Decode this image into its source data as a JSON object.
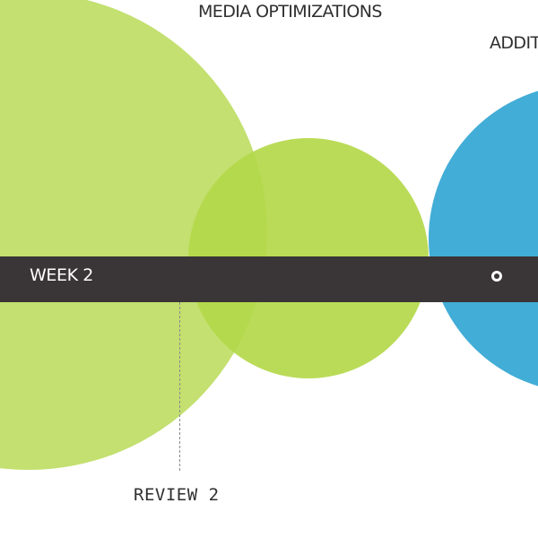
{
  "labels": {
    "media_optimizations": "MEDIA OPTIMIZATIONS",
    "additional_partial": "ADDIT",
    "week": "WEEK 2",
    "review": "REVIEW 2"
  },
  "colors": {
    "large_circle": "#c3e070",
    "mid_circle": "#b4d84a",
    "blue_circle": "#42add6",
    "timeline_bar": "#3a3536",
    "marker": "#ffffff"
  },
  "icons": {
    "timeline_marker": "ring-marker-icon"
  }
}
